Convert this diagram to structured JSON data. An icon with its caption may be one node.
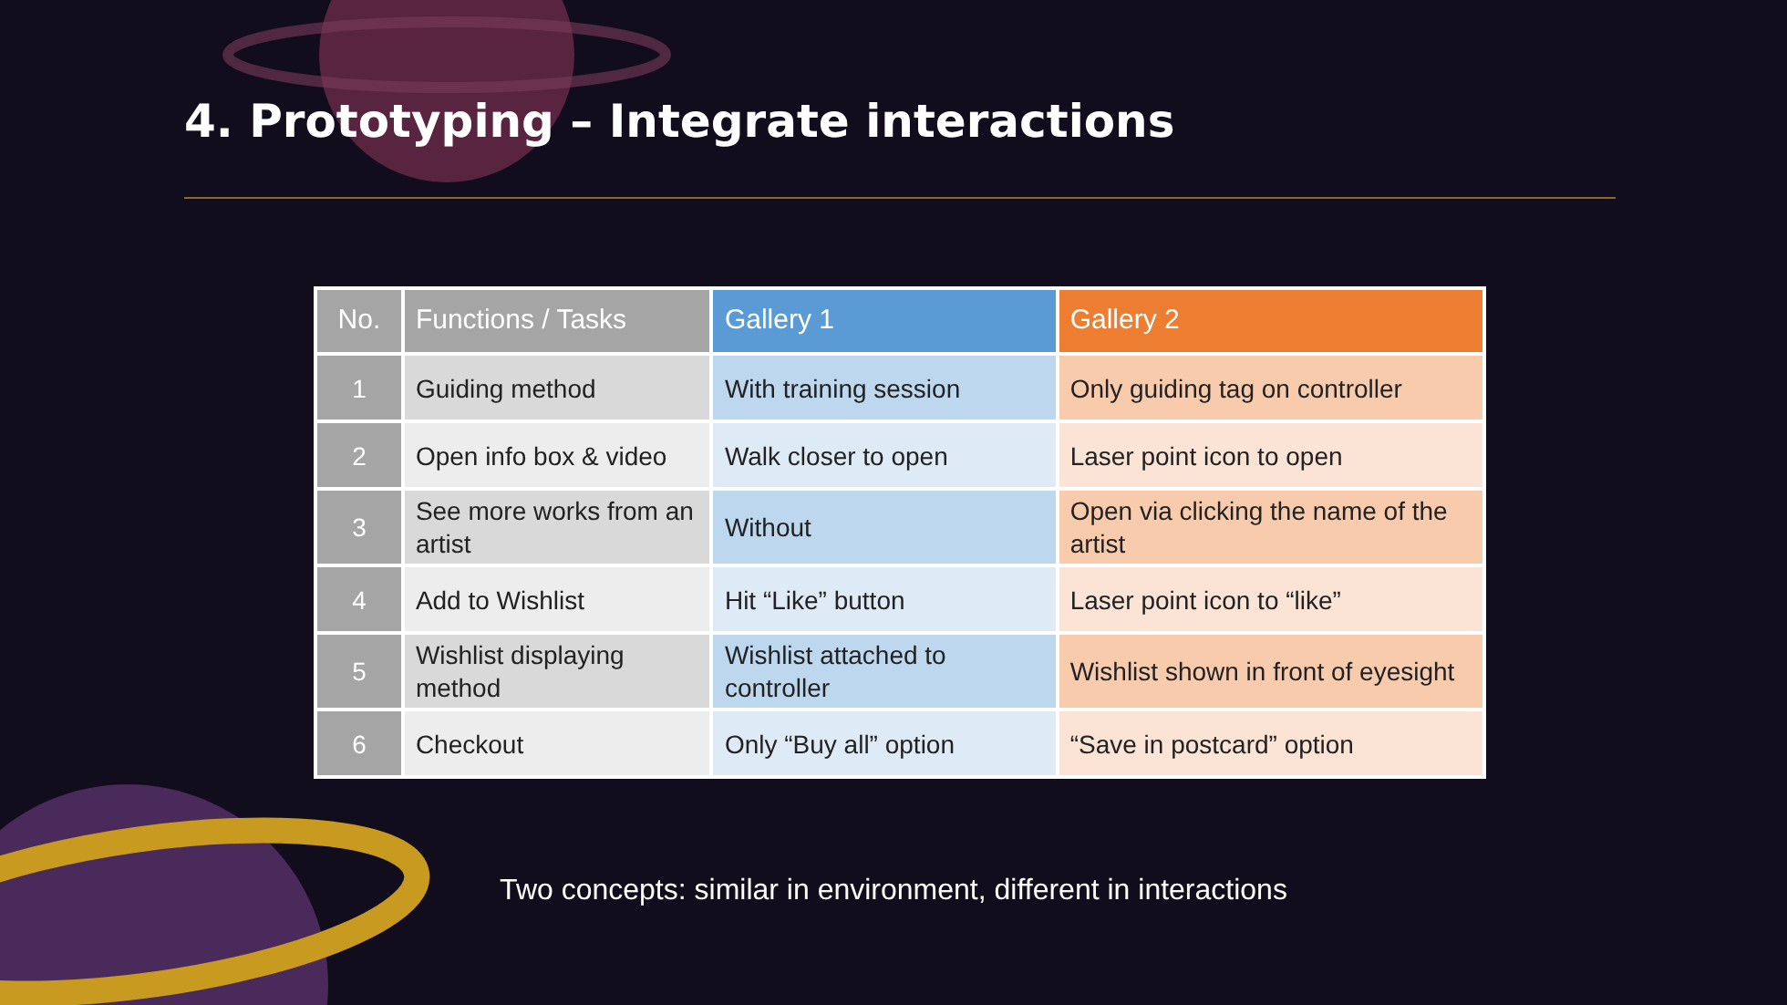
{
  "diagram": {
    "title": "4. Prototyping – Integrate interactions",
    "caption": "Two concepts: similar in environment, different in interactions",
    "labels": [
      "No.",
      "Functions / Tasks",
      "Gallery 1",
      "Gallery 2",
      "1",
      "Guiding method",
      "With training session",
      "Only guiding tag on controller",
      "2",
      "Open info box & video",
      "Walk closer to open",
      "Laser point icon to open",
      "3",
      "See more works from an artist",
      "Without",
      "Open via clicking the name of the artist",
      "4",
      "Add to Wishlist",
      "Hit “Like” button",
      "Laser point icon to “like”",
      "5",
      "Wishlist displaying method",
      "Wishlist attached to controller",
      "Wishlist shown in front of eyesight",
      "6",
      "Checkout",
      "Only “Buy all” option",
      "“Save in postcard” option"
    ]
  }
}
